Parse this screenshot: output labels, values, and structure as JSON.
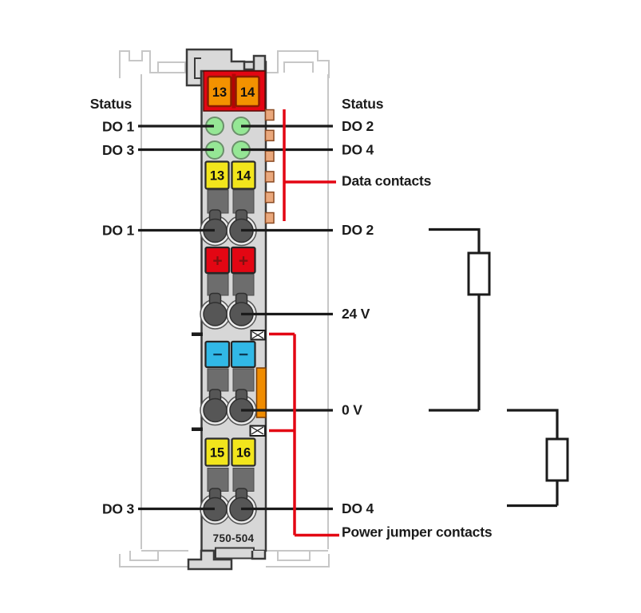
{
  "module": {
    "model": "750-504",
    "top_terminals": [
      "13",
      "14"
    ],
    "signal_terminals": [
      "13",
      "14"
    ],
    "lower_terminals": [
      "15",
      "16"
    ],
    "plus_symbol": "+",
    "minus_symbol": "−"
  },
  "labels": {
    "left": {
      "status": "Status",
      "do1_led": "DO 1",
      "do3_led": "DO 3",
      "do1_terminal": "DO 1",
      "do3_terminal": "DO 3"
    },
    "right": {
      "status": "Status",
      "do2_led": "DO 2",
      "do4_led": "DO 4",
      "data_contacts": "Data contacts",
      "do2_terminal": "DO 2",
      "v24": "24 V",
      "v0": "0 V",
      "do4_terminal": "DO 4",
      "power_jumper_contacts": "Power jumper contacts"
    }
  },
  "colors": {
    "module_red": "#e30613",
    "terminal_orange": "#f39200",
    "led_green": "#95e795",
    "terminal_yellow": "#f2e51c",
    "terminal_blue": "#31b8e6",
    "latch_orange": "#f08c00",
    "contact_tan": "#eaa87c",
    "callout_red": "#e30613",
    "plus_sign_red": "#801111",
    "minus_sign_blue": "#0d3a55",
    "wire_black": "#1b1b1b",
    "body_gray": "#d7d7d7",
    "slot_gray": "#6d6d6d",
    "rail_gray": "#c7c7c7"
  }
}
